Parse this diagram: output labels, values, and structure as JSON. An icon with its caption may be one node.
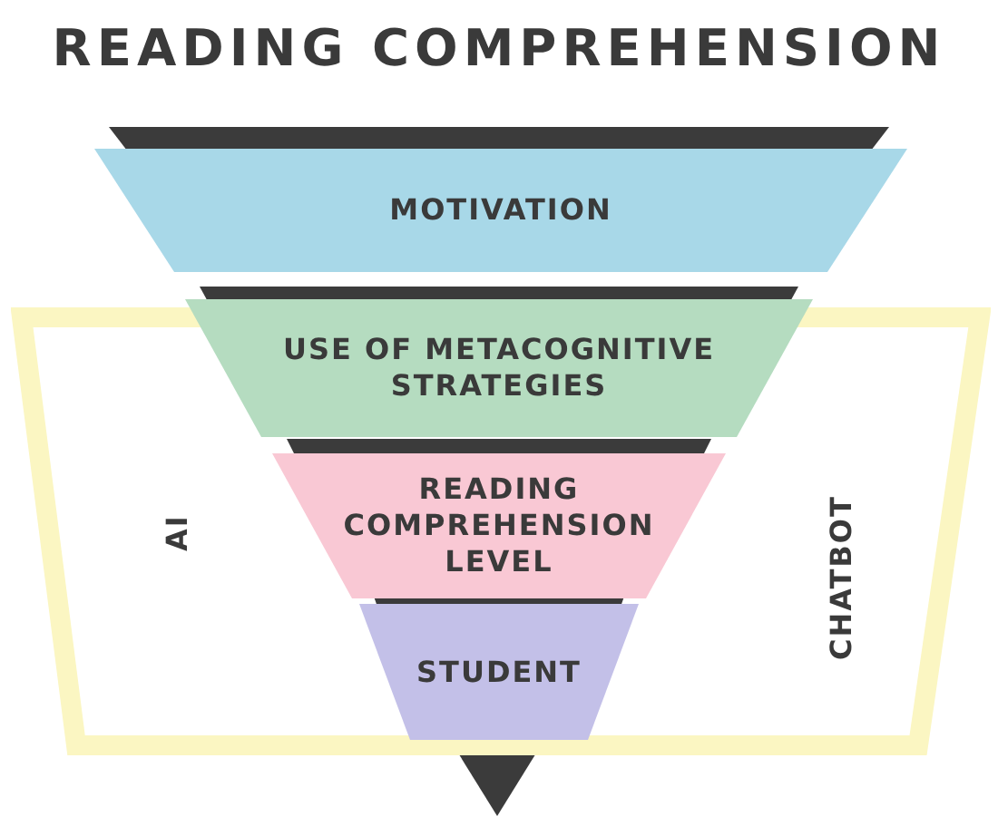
{
  "diagram": {
    "title": "READING COMPREHENSION",
    "nodes": [
      {
        "text": [
          "MOTIVATION"
        ]
      },
      {
        "text": [
          "AI",
          "CHATBOT"
        ]
      },
      {
        "text": [
          "USE OF METACOGNITIVE STRATEGIES"
        ]
      },
      {
        "text": [
          "READING COMPREHENSION LEVEL"
        ],
        "in": 1
      },
      {
        "text": [
          "STUDENT"
        ],
        "in": 1
      }
    ],
    "edges": []
  }
}
